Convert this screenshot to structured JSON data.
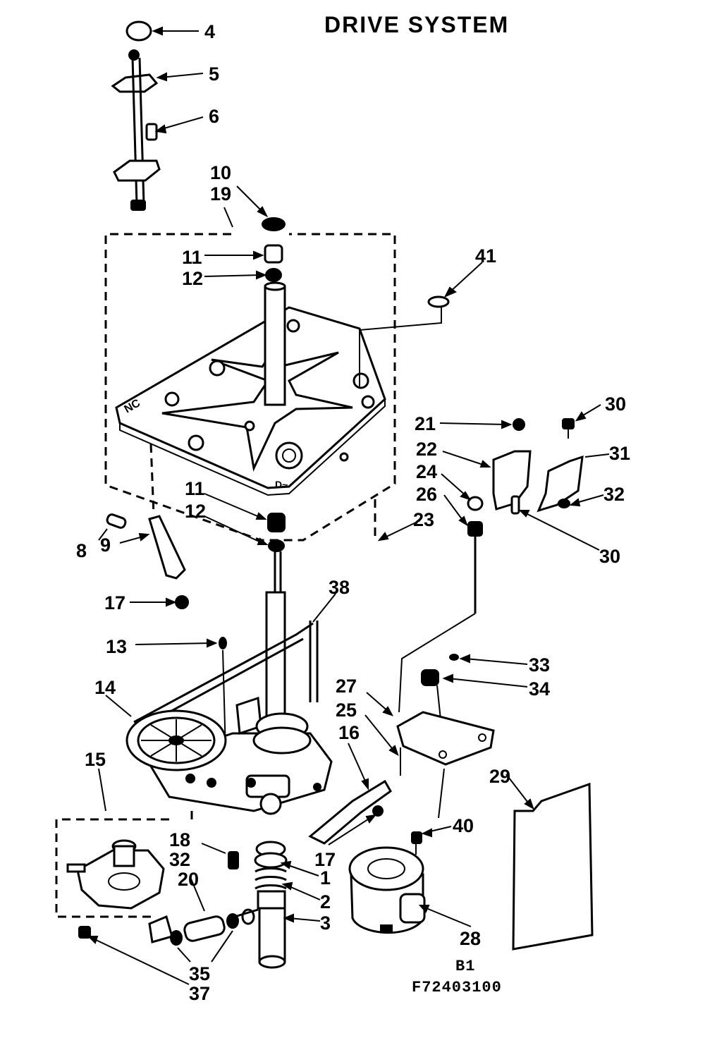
{
  "title": "DRIVE SYSTEM",
  "footer": {
    "section": "B1",
    "drawing_number": "F72403100"
  },
  "callouts": {
    "c4": "4",
    "c5": "5",
    "c6": "6",
    "c10": "10",
    "c19": "19",
    "c11a": "11",
    "c12a": "12",
    "c41": "41",
    "c30a": "30",
    "c21": "21",
    "c31": "31",
    "c22": "22",
    "c24": "24",
    "c32": "32",
    "c26": "26",
    "c23": "23",
    "c30b": "30",
    "c11b": "11",
    "c12b": "12",
    "c8": "8",
    "c9": "9",
    "c17a": "17",
    "c38": "38",
    "c13": "13",
    "c33": "33",
    "c34": "34",
    "c14": "14",
    "c27": "27",
    "c25": "25",
    "c16": "16",
    "c15": "15",
    "c29": "29",
    "c18": "18",
    "c32b": "32",
    "c40": "40",
    "c17b": "17",
    "c1": "1",
    "c20": "20",
    "c2": "2",
    "c3": "3",
    "c28": "28",
    "c35": "35",
    "c37": "37"
  }
}
